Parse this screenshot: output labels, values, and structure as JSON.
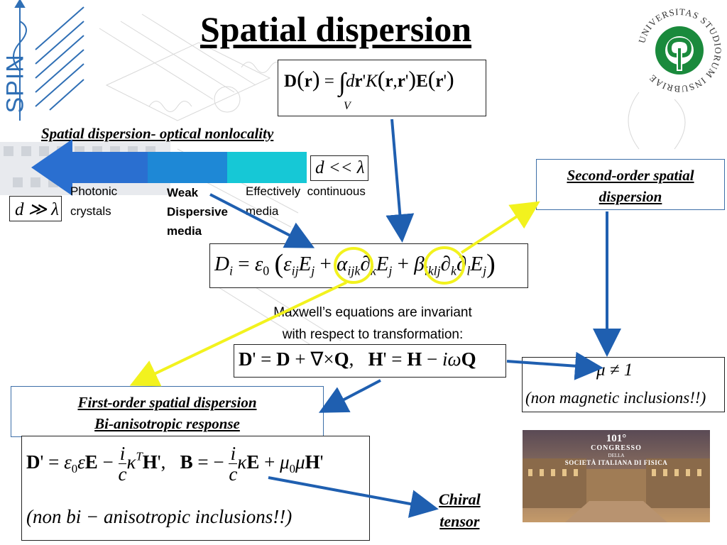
{
  "slide": {
    "title": "Spatial dispersion",
    "subtitle": "Spatial dispersion- optical nonlocality",
    "logo_spin": "SPIN",
    "logo_seal_text": "UNIVERSITAS STUDIORUM INSUBRIAE",
    "equation_top": "D(r) = ∫_V dr' K(r, r') E(r')",
    "condition_small": "d << λ",
    "condition_large": "d ≫ λ",
    "labels": {
      "photonic_1": "Photonic",
      "photonic_2": "crystals",
      "weak_1": "Weak",
      "weak_2": "Dispersive",
      "weak_3": "media",
      "eff_1": "Effectively",
      "eff_2": "continuous",
      "eff_3": "media"
    },
    "main_equation": "D_i = ε_0 (ε_ij E_j + α_ijk ∂_k E_j + β_iklj ∂_k ∂_l E_j)",
    "maxwell_1": "Maxwell’s equations are invariant",
    "maxwell_2": "with respect to transformation:",
    "transform_equation": "D' = D + ∇×Q,   H' = H − iωQ",
    "second_order_1": "Second-order spatial",
    "second_order_2": "dispersion",
    "mu_neq": "μ ≠ 1",
    "non_magnetic": "(non magnetic inclusions!!)",
    "first_order_1": "First-order spatial dispersion",
    "first_order_2": "Bi-anisotropic response",
    "bi_equation": "D' = ε_0 εE − (i/c) κ^T H',   B = −(i/c) κE + μ_0 μH'",
    "non_bi": "(non bi − anisotropic inclusions!!)",
    "chiral_1": "Chiral",
    "chiral_2": "tensor",
    "congress_1": "101°",
    "congress_2": "CONGRESSO",
    "congress_3": "DELLA",
    "congress_4": "SOCIETÀ ITALIANA DI FISICA"
  },
  "colors": {
    "arrow_blue": "#1f5fb0",
    "arrow_yellow": "#f2f21e",
    "bar_dark_blue": "#1e88d6",
    "bar_cyan": "#16c8d6",
    "big_arrow": "#2a6fd0",
    "spin_blue": "#2f6fb5",
    "seal_green": "#1a8a3c"
  }
}
